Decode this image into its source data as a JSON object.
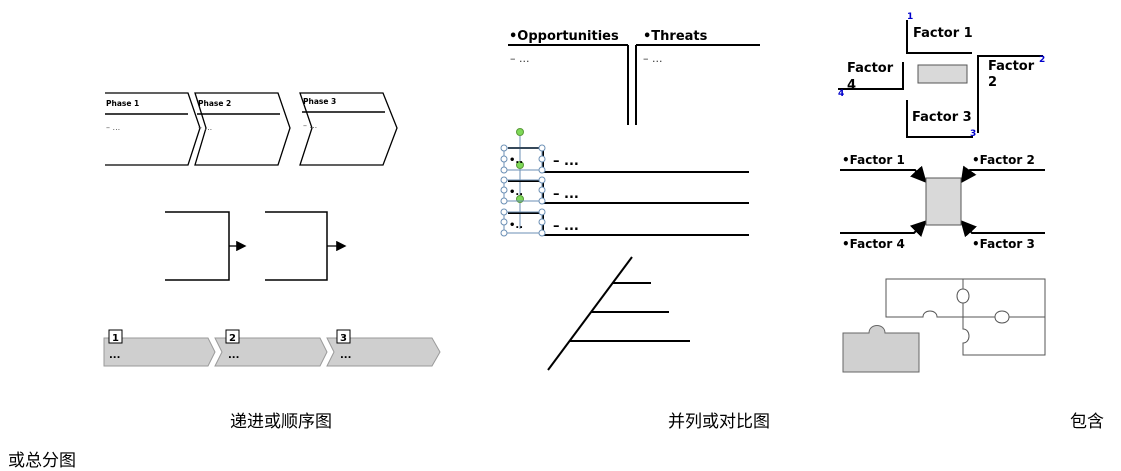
{
  "chevrons": {
    "phase1": "Phase 1",
    "phase2": "Phase 2",
    "phase3": "Phase 3",
    "item1": "– ...",
    "item2": "– ...",
    "item3": "– ..."
  },
  "steps": {
    "num1": "1",
    "num2": "2",
    "num3": "3",
    "text1": "...",
    "text2": "...",
    "text3": "..."
  },
  "swot": {
    "opportunities": "•Opportunities",
    "threats": "•Threats",
    "item_left": "– ...",
    "item_right": "– ..."
  },
  "list": {
    "row1": "– ...",
    "row2": "– ...",
    "row3": "– ..."
  },
  "factors": {
    "factor1": "Factor 1",
    "factor2_a": "Factor",
    "factor2_b": "2",
    "factor3": "Factor 3",
    "factor4_a": "Factor",
    "factor4_b": "4",
    "num1": "1",
    "num2": "2",
    "num3": "3",
    "num4": "4"
  },
  "converge": {
    "f1": "•Factor 1",
    "f2": "•Factor 2",
    "f3": "•Factor 3",
    "f4": "•Factor 4"
  },
  "captions": {
    "progressive": "递进或顺序图",
    "parallel": "并列或对比图",
    "inclusive_a": "包含",
    "inclusive_b": "或总分图"
  }
}
